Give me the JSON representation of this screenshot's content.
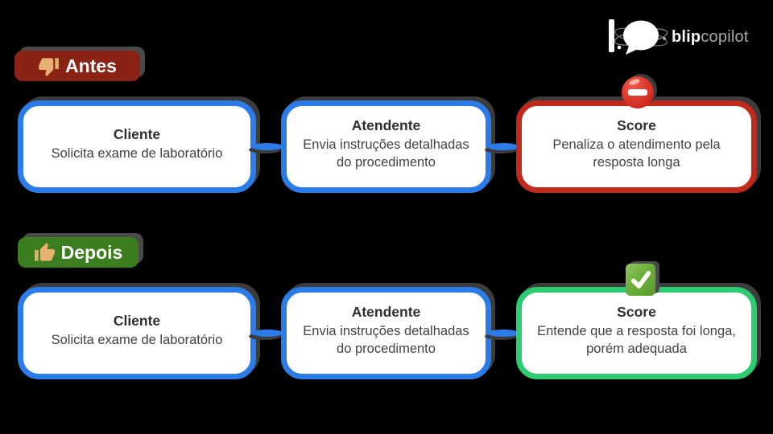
{
  "logo": {
    "brand_bold": "blip",
    "brand_light": "copilot",
    "icon": "chat-bubble-sparkle-icon"
  },
  "colors": {
    "background": "#000000",
    "flow_blue": "#2b7ce9",
    "flow_red": "#c0291c",
    "flow_green": "#2ecc71",
    "badge_red": "#8a2315",
    "badge_green": "#3c7d1f",
    "box_fill": "#ffffff",
    "text": "#2f2f2f",
    "shadow_gray": "#3c3c3c"
  },
  "sections": [
    {
      "badge": {
        "label": "Antes",
        "icon": "thumbs-down-icon"
      },
      "boxes": [
        {
          "title": "Cliente",
          "body": "Solicita exame de laboratório"
        },
        {
          "title": "Atendente",
          "body": "Envia instruções detalhadas do procedimento"
        },
        {
          "title": "Score",
          "body": "Penaliza o atendimento pela resposta longa",
          "status_icon": "no-entry-icon"
        }
      ]
    },
    {
      "badge": {
        "label": "Depois",
        "icon": "thumbs-up-icon"
      },
      "boxes": [
        {
          "title": "Cliente",
          "body": "Solicita exame de laboratório"
        },
        {
          "title": "Atendente",
          "body": "Envia instruções detalhadas do procedimento"
        },
        {
          "title": "Score",
          "body": "Entende que a resposta foi longa, porém adequada",
          "status_icon": "check-icon"
        }
      ]
    }
  ]
}
